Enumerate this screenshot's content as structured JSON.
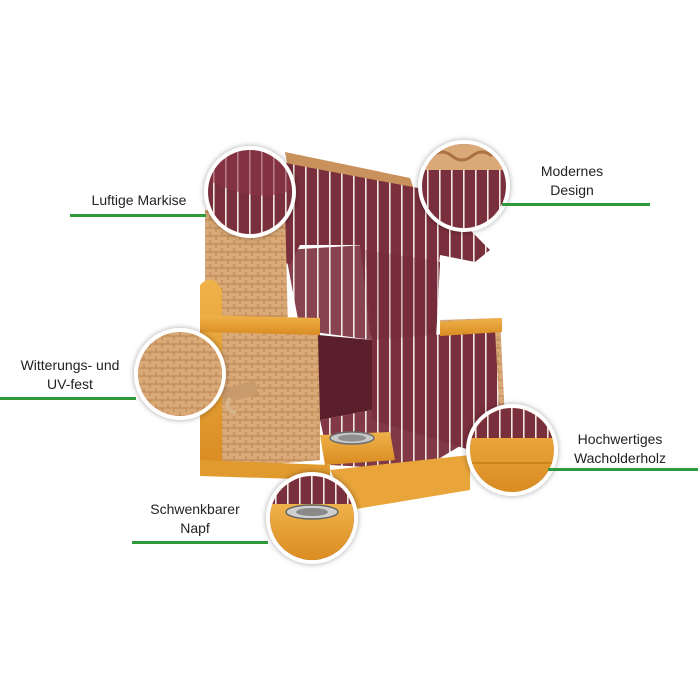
{
  "product": {
    "name_icon": "strandkorb-beach-chair-image",
    "colors": {
      "fabric": "#7a2f3c",
      "stripe": "#f2e6e0",
      "wicker": "#d8a877",
      "wood": "#e9a43a",
      "accent_line": "#2e9b3a"
    }
  },
  "callouts": [
    {
      "id": "markise",
      "text": "Luftige Markise"
    },
    {
      "id": "design",
      "text": "Modernes Design"
    },
    {
      "id": "witterung",
      "text": "Witterungs- und UV-fest"
    },
    {
      "id": "holz",
      "text": "Hochwertiges Wacholderholz"
    },
    {
      "id": "napf",
      "text": "Schwenkbarer Napf"
    }
  ]
}
